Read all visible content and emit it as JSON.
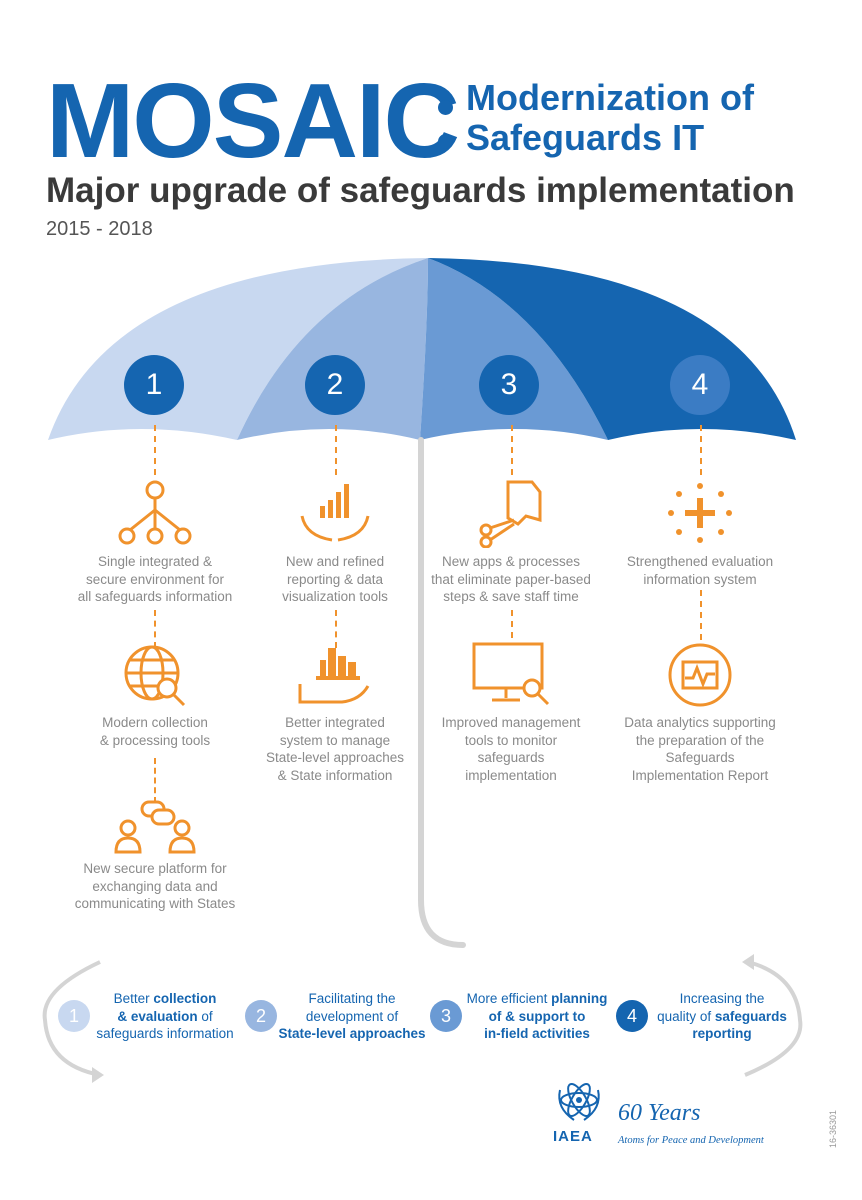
{
  "header": {
    "brand": "MOSAIC",
    "subtitle_line1": "Modernization of",
    "subtitle_line2": "Safeguards IT",
    "headline": "Major upgrade of safeguards implementation",
    "years": "2015 - 2018"
  },
  "colors": {
    "blue_dark": "#1565b0",
    "blue_mid": "#6a9ad4",
    "blue_light": "#98b6e0",
    "blue_pale": "#c8d8f0",
    "orange": "#f0922c",
    "gray_text": "#8a8a8a",
    "handle_gray": "#d4d4d4"
  },
  "umbrella": {
    "steps": [
      "1",
      "2",
      "3",
      "4"
    ]
  },
  "columns": [
    {
      "items": [
        {
          "icon": "network-nodes-icon",
          "text": [
            "Single integrated &",
            "secure environment for",
            "all safeguards information"
          ]
        },
        {
          "icon": "globe-search-icon",
          "text": [
            "Modern collection",
            "& processing tools"
          ]
        },
        {
          "icon": "people-chat-icon",
          "text": [
            "New secure platform for",
            "exchanging data and",
            "communicating with States"
          ]
        }
      ]
    },
    {
      "items": [
        {
          "icon": "hands-chart-icon",
          "text": [
            "New and refined",
            "reporting & data",
            "visualization tools"
          ]
        },
        {
          "icon": "hand-city-icon",
          "text": [
            "Better integrated",
            "system to manage",
            "State-level approaches",
            "& State information"
          ]
        }
      ]
    },
    {
      "items": [
        {
          "icon": "scissors-paper-icon",
          "text": [
            "New apps & processes",
            "that eliminate paper-based",
            "steps & save staff time"
          ]
        },
        {
          "icon": "monitor-search-icon",
          "text": [
            "Improved management",
            "tools to monitor",
            "safeguards",
            "implementation"
          ]
        }
      ]
    },
    {
      "items": [
        {
          "icon": "sparkle-cross-icon",
          "text": [
            "Strengthened evaluation",
            "information system"
          ]
        },
        {
          "icon": "analytics-pulse-icon",
          "text": [
            "Data analytics supporting",
            "the preparation of the",
            "Safeguards",
            "Implementation Report"
          ]
        }
      ]
    }
  ],
  "cycle": [
    {
      "num": "1",
      "l1": "Better ",
      "l1b": "collection",
      "l2b": "& evaluation",
      "l2": " of",
      "l3": "safeguards information"
    },
    {
      "num": "2",
      "l1": "Facilitating the",
      "l2": "development of",
      "l3b": "State-level approaches"
    },
    {
      "num": "3",
      "l1": "More efficient ",
      "l1b": "planning",
      "l2b": "of & support to",
      "l3b": "in-field activities"
    },
    {
      "num": "4",
      "l1": "Increasing the",
      "l2": "quality of ",
      "l2b": "safeguards",
      "l3b": "reporting"
    }
  ],
  "footer": {
    "org": "IAEA",
    "anniversary": "60 Years",
    "tagline": "Atoms for Peace and Development",
    "ref_code": "16-36301"
  }
}
